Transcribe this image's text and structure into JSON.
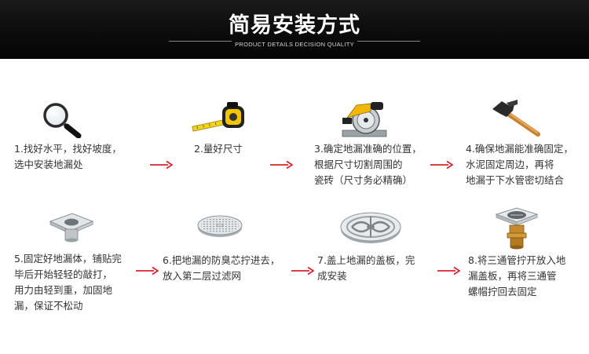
{
  "header": {
    "title": "简易安装方式",
    "subtitle": "PRODUCT DETAILS DECISION QUALITY"
  },
  "steps": [
    {
      "icon": "magnifier-icon",
      "lines": [
        "1.找好水平，找好坡度，",
        "选中安装地漏处"
      ]
    },
    {
      "icon": "tape-measure-icon",
      "lines": [
        "2.量好尺寸"
      ]
    },
    {
      "icon": "circular-saw-icon",
      "lines": [
        "3.确定地漏准确的位置，",
        "根据尺寸切割周围的",
        "瓷砖（尺寸务必精确）"
      ]
    },
    {
      "icon": "hammer-icon",
      "lines": [
        "4.确保地漏能准确固定，",
        "水泥固定周边，再将",
        "地漏于下水管密切结合"
      ]
    },
    {
      "icon": "floor-drain-body-icon",
      "lines": [
        "5.固定好地漏体，铺贴完",
        "毕后开始轻轻的敲打，",
        "用力由轻到重，加固地",
        "漏，保证不松动"
      ]
    },
    {
      "icon": "filter-screen-icon",
      "lines": [
        "6.把地漏的防臭芯拧进去，",
        "放入第二层过滤网"
      ]
    },
    {
      "icon": "drain-cover-icon",
      "lines": [
        "7.盖上地漏的盖板，完",
        "成安装"
      ]
    },
    {
      "icon": "three-way-drain-icon",
      "lines": [
        "8.将三通管拧开放入地",
        "漏盖板，再将三通管",
        "螺帽拧回去固定"
      ]
    }
  ],
  "colors": {
    "arrow": "#d9232e",
    "banner": "#0c0c0c",
    "text": "#333333"
  }
}
